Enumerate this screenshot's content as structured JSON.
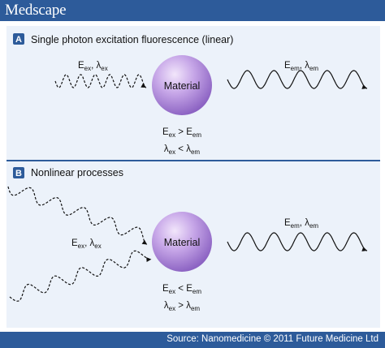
{
  "header": {
    "logo": "Medscape"
  },
  "panelA": {
    "letter": "A",
    "title": "Single photon excitation fluorescence (linear)",
    "excitation_label": {
      "E": "E",
      "E_sub": "ex",
      "sep": ", ",
      "L": "λ",
      "L_sub": "ex"
    },
    "emission_label": {
      "E": "E",
      "E_sub": "em",
      "sep": ", ",
      "L": "λ",
      "L_sub": "em"
    },
    "material": "Material",
    "rel1": {
      "a": "E",
      "a_sub": "ex",
      "op": " > ",
      "b": "E",
      "b_sub": "em"
    },
    "rel2": {
      "a": "λ",
      "a_sub": "ex",
      "op": " < ",
      "b": "λ",
      "b_sub": "em"
    }
  },
  "panelB": {
    "letter": "B",
    "title": "Nonlinear processes",
    "excitation_label": {
      "E": "E",
      "E_sub": "ex",
      "sep": ", ",
      "L": "λ",
      "L_sub": "ex"
    },
    "emission_label": {
      "E": "E",
      "E_sub": "em",
      "sep": ", ",
      "L": "λ",
      "L_sub": "em"
    },
    "material": "Material",
    "rel1": {
      "a": "E",
      "a_sub": "ex",
      "op": " < ",
      "b": "E",
      "b_sub": "em"
    },
    "rel2": {
      "a": "λ",
      "a_sub": "ex",
      "op": " > ",
      "b": "λ",
      "b_sub": "em"
    }
  },
  "footer": {
    "source": "Source: Nanomedicine © 2011 Future Medicine Ltd"
  },
  "colors": {
    "brand": "#2d5b9a",
    "panel_bg": "#ecf2fa",
    "divider": "#2d5b9a",
    "sphere_light": "#f2e6fb",
    "sphere_mid": "#c7a7e8",
    "sphere_dark": "#8b62c2"
  }
}
